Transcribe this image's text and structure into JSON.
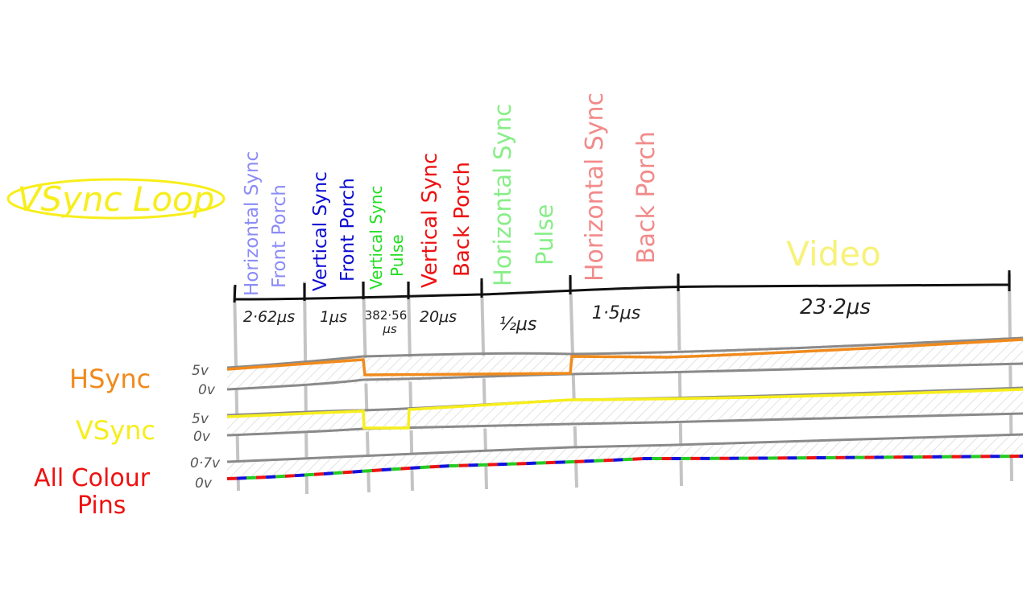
{
  "title": {
    "text": "VSync Loop",
    "color": "#f7ee1c"
  },
  "segments": [
    {
      "line1": "Horizontal Sync",
      "line2": "Front Porch",
      "duration": "2·62μs",
      "color": "#8c8cf5"
    },
    {
      "line1": "Vertical Sync",
      "line2": "Front Porch",
      "duration": "1μs",
      "color": "#0c0cd0"
    },
    {
      "line1": "Vertical Sync",
      "line2": "Pulse",
      "duration_line1": "382·56",
      "duration_line2": "μs",
      "color": "#22dd22"
    },
    {
      "line1": "Vertical Sync",
      "line2": "Back Porch",
      "duration": "20μs",
      "color": "#ee1111"
    },
    {
      "line1": "Horizontal Sync",
      "line2": "Pulse",
      "duration": "½μs",
      "color": "#88ee88"
    },
    {
      "line1": "Horizontal Sync",
      "line2": "Back Porch",
      "duration": "1·5μs",
      "color": "#f28a8a"
    },
    {
      "line1": "Video",
      "duration": "23·2μs",
      "color": "#f7f27a"
    }
  ],
  "signals": [
    {
      "name": "HSync",
      "high_label": "5v",
      "low_label": "0v",
      "color": "#f08a1c"
    },
    {
      "name": "VSync",
      "high_label": "5v",
      "low_label": "0v",
      "color": "#f7ee1c"
    },
    {
      "name_line1": "All Colour",
      "name_line2": "Pins",
      "high_label": "0·7v",
      "low_label": "0v",
      "colors": [
        "#ee1111",
        "#22cc22",
        "#1111dd"
      ]
    }
  ],
  "colors": {
    "timeline": "#111111",
    "guide": "#c4c4c4",
    "rail": "#8a8a8a",
    "hatch": "#e2e2e2",
    "label": "#555555"
  }
}
